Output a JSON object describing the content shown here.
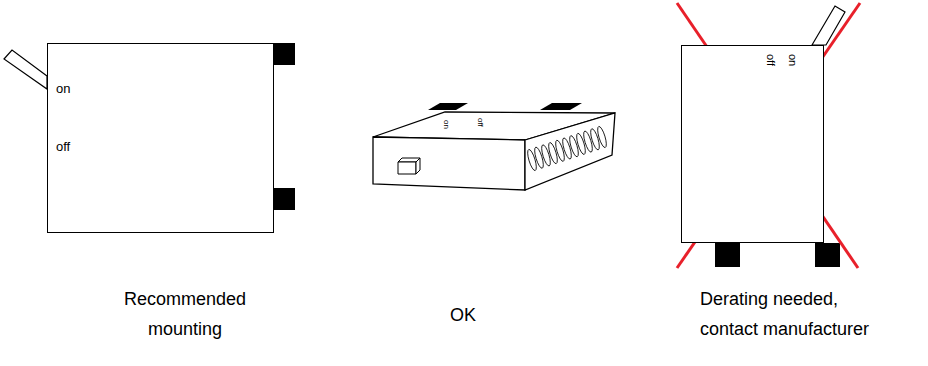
{
  "diagram": {
    "nodes": [
      {
        "text": [
          "on",
          "off"
        ]
      },
      {
        "text": [
          "on",
          "off"
        ]
      },
      {
        "text": [
          "off",
          "on"
        ]
      }
    ],
    "labels": [
      "Recommended mounting",
      "OK",
      "Derating needed, contact manufacturer"
    ]
  }
}
